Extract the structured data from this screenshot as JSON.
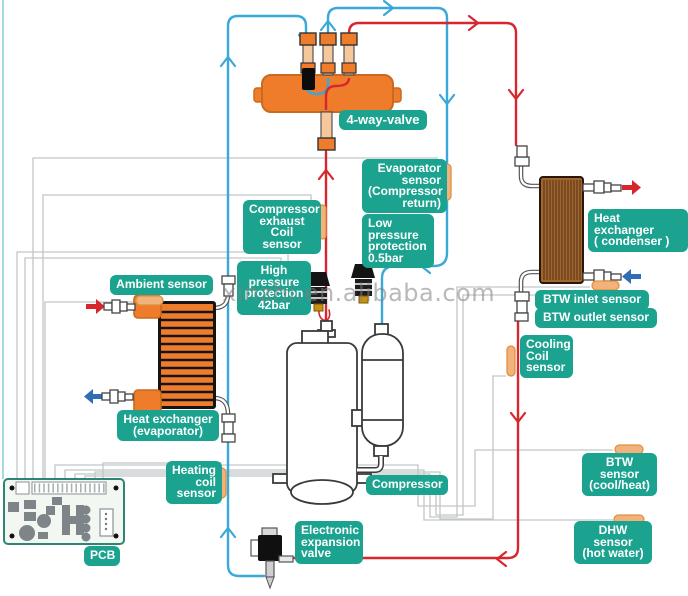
{
  "watermark": "xinzhi.en.alibaba.com",
  "colors": {
    "label_bg": "#1ba390",
    "label_text": "#ffffff",
    "pipe_hot": "#d6272e",
    "pipe_cold": "#3aa8d8",
    "component_orange": "#ee7c2b",
    "condenser_brown": "#a0662f",
    "sensor_capsule": "#f2b27c",
    "wire_gray": "#c2c6c6",
    "pcb_board": "#f2f7f2"
  },
  "labels": {
    "four_way_valve": {
      "text": "4-way-valve"
    },
    "evaporator_sensor": {
      "text": "Evaporator\nsensor\n(Compressor\nreturn)"
    },
    "low_pressure": {
      "text": "Low\npressure\nprotection\n0.5bar"
    },
    "compressor_exhaust": {
      "text": "Compressor\nexhaust\nCoil\nsensor"
    },
    "high_pressure": {
      "text": "High\npressure\nprotection\n42bar"
    },
    "ambient_sensor": {
      "text": "Ambient sensor"
    },
    "hx_evaporator": {
      "text": "Heat exchanger\n(evaporator)"
    },
    "heating_coil": {
      "text": "Heating\ncoil\nsensor"
    },
    "pcb": {
      "text": "PCB"
    },
    "compressor": {
      "text": "Compressor"
    },
    "eev": {
      "text": "Electronic\nexpansion\nvalve"
    },
    "hx_condenser": {
      "text": "Heat exchanger\n( condenser )"
    },
    "btw_inlet": {
      "text": "BTW inlet sensor"
    },
    "btw_outlet": {
      "text": "BTW outlet sensor"
    },
    "cooling_coil": {
      "text": "Cooling\nCoil\nsensor"
    },
    "btw_sensor": {
      "text": "BTW\nsensor\n(cool/heat)"
    },
    "dhw_sensor": {
      "text": "DHW\nsensor\n(hot water)"
    }
  }
}
